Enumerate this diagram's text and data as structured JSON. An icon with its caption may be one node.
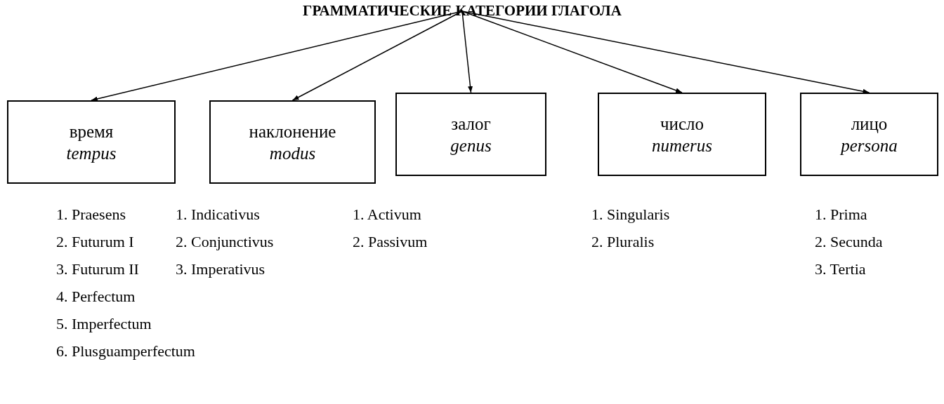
{
  "diagram": {
    "nodes": [
      {
        "text": [
          "ГРАММАТИЧЕСКИЕ КАТЕГОРИИ ГЛАГОЛА"
        ]
      },
      {
        "text": [
          "время",
          "tempus"
        ],
        "beside": [
          "1. Praesens",
          "2. Futurum I",
          "3. Futurum II",
          "4. Perfectum",
          "5. Imperfectum",
          "6. Plusguamperfectum"
        ]
      },
      {
        "text": [
          "наклонение",
          "modus"
        ],
        "beside": [
          "1. Indicativus",
          "2. Conjunctivus",
          "3. Imperativus"
        ]
      },
      {
        "text": [
          "залог",
          "genus"
        ],
        "beside": [
          "1. Activum",
          "2. Passivum"
        ]
      },
      {
        "text": [
          "число",
          "numerus"
        ],
        "beside": [
          "1. Singularis",
          "2. Pluralis"
        ]
      },
      {
        "text": [
          "лицо",
          "persona"
        ],
        "beside": [
          "1. Prima",
          "2. Secunda",
          "3. Tertia"
        ]
      }
    ],
    "edges": [
      {
        "from": 0,
        "to": 1,
        "arrow": "to"
      },
      {
        "from": 0,
        "to": 2,
        "arrow": "to"
      },
      {
        "from": 0,
        "to": 3,
        "arrow": "to"
      },
      {
        "from": 0,
        "to": 4,
        "arrow": "to"
      },
      {
        "from": 0,
        "to": 5,
        "arrow": "to"
      }
    ]
  }
}
